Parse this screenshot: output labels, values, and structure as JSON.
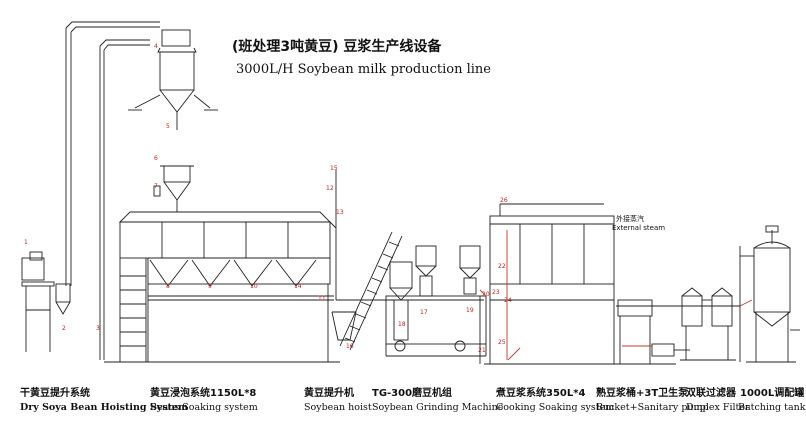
{
  "title": {
    "cn": "(班处理3吨黄豆) 豆浆生产线设备",
    "en": "3000L/H Soybean milk production line"
  },
  "sections": [
    {
      "cn": "干黄豆提升系统",
      "en": "Dry Soya Bean Hoisting System"
    },
    {
      "cn": "黄豆浸泡系统1150L*8",
      "en": "Beans Soaking system"
    },
    {
      "cn": "黄豆提升机",
      "en": "Soybean hoist"
    },
    {
      "cn": "TG-300磨豆机组",
      "en": "Soybean Grinding Machine"
    },
    {
      "cn": "煮豆浆系统350L*4",
      "en": "Cooking Soaking system"
    },
    {
      "cn": "熟豆浆桶+3T卫生泵",
      "en": "Bucket+Sanitary pump"
    },
    {
      "cn": "双联过滤器",
      "en": "Duplex Filter"
    },
    {
      "cn": "1000L调配罐",
      "en": "Batching tank"
    }
  ],
  "annotations": {
    "external_steam_cn": "外接蒸汽",
    "external_steam_en": "External steam"
  },
  "markers": [
    "1",
    "2",
    "3",
    "4",
    "5",
    "6",
    "7",
    "8",
    "9",
    "10",
    "11",
    "12",
    "13",
    "14",
    "15",
    "16",
    "17",
    "18",
    "19",
    "20",
    "21",
    "22",
    "23",
    "24",
    "25",
    "26"
  ]
}
